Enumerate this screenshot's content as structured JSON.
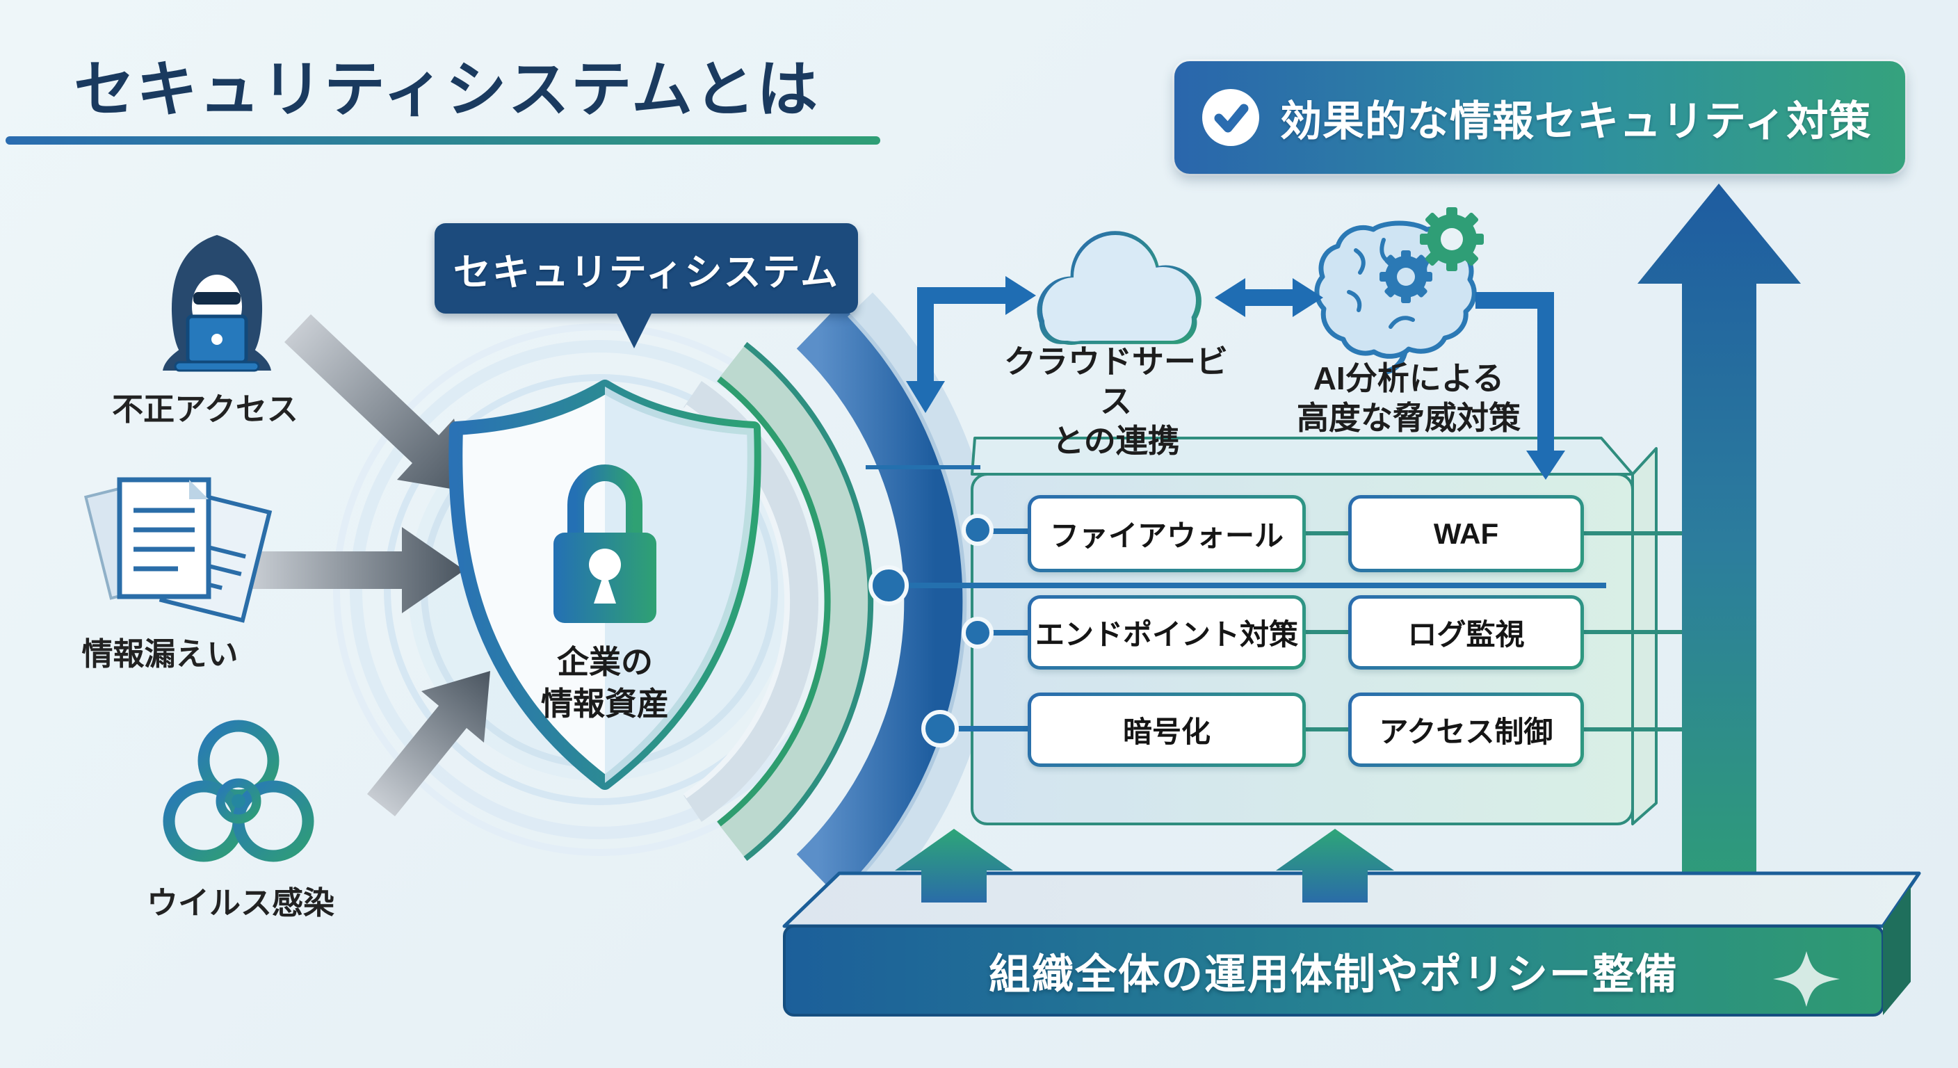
{
  "header": {
    "title": "セキュリティシステムとは"
  },
  "badge": {
    "label": "効果的な情報セキュリティ対策",
    "icon": "check-circle-icon"
  },
  "threats": [
    {
      "id": "unauthorized-access",
      "icon": "hacker-icon",
      "label": "不正アクセス"
    },
    {
      "id": "information-leak",
      "icon": "documents-icon",
      "label": "情報漏えい"
    },
    {
      "id": "virus-infection",
      "icon": "biohazard-icon",
      "label": "ウイルス感染"
    }
  ],
  "shield": {
    "bubble_label": "セキュリティシステム",
    "asset_line1": "企業の",
    "asset_line2": "情報資産",
    "icon": "shield-lock-icon"
  },
  "integrations": [
    {
      "id": "cloud",
      "icon": "cloud-icon",
      "label_line1": "クラウドサービス",
      "label_line2": "との連携"
    },
    {
      "id": "ai",
      "icon": "ai-brain-gears-icon",
      "label_line1": "AI分析による",
      "label_line2": "高度な脅威対策"
    }
  ],
  "measures": {
    "rows": [
      [
        "ファイアウォール",
        "WAF"
      ],
      [
        "エンドポイント対策",
        "ログ監視"
      ],
      [
        "暗号化",
        "アクセス制御"
      ]
    ]
  },
  "banner": {
    "label": "組織全体の運用体制やポリシー整備"
  },
  "colors": {
    "accent_blue": "#2a6cb0",
    "accent_green": "#2f9e76",
    "navy_title": "#1a3a5f",
    "bubble_navy": "#1c4b7d",
    "panel_teal_border": "#2f8d7e",
    "threat_arrow_dark": "#4a5560",
    "background": "#e9f2f6"
  }
}
